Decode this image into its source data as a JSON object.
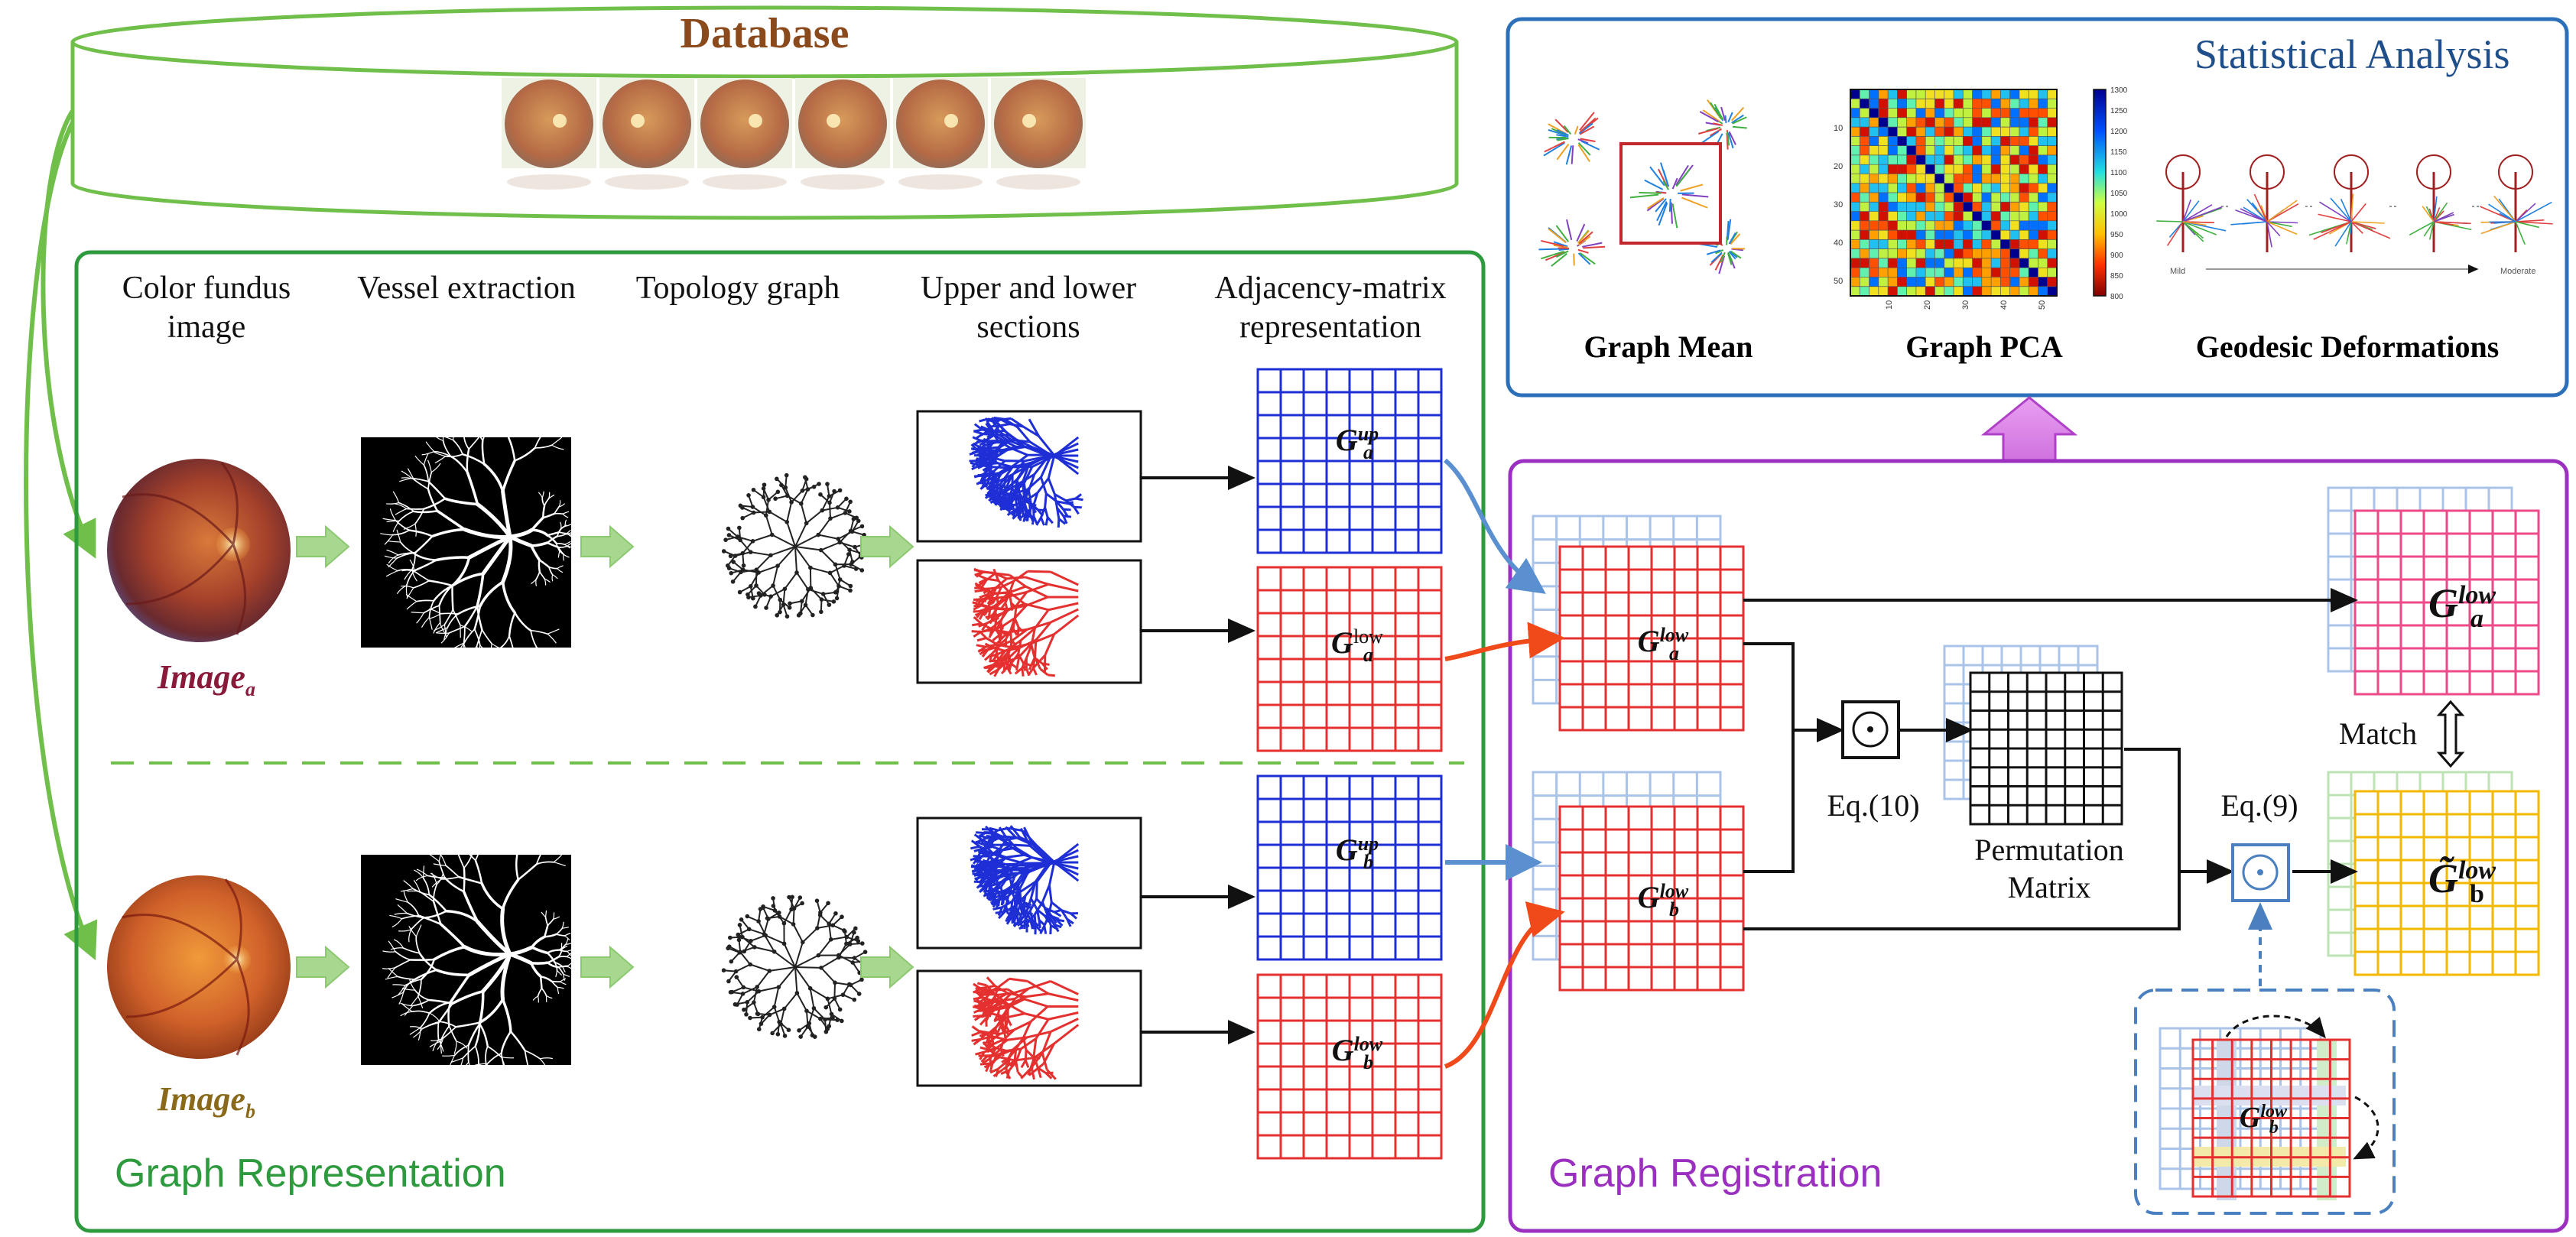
{
  "database": {
    "title": "Database",
    "thumbnail_count": 6
  },
  "stage_labels": [
    "Color fundus\nimage",
    "Vessel extraction",
    "Topology graph",
    "Upper and lower\nsections",
    "Adjacency-matrix\nrepresentation"
  ],
  "image_labels": {
    "a": "Image",
    "a_sub": "a",
    "b": "Image",
    "b_sub": "b"
  },
  "matrices": {
    "ga_up": {
      "base": "G",
      "sup": "up",
      "sub": "a"
    },
    "ga_low": {
      "base": "G",
      "sup": "low",
      "sub": "a"
    },
    "gb_up": {
      "base": "G",
      "sup": "up",
      "sub": "b"
    },
    "gb_low": {
      "base": "G",
      "sup": "low",
      "sub": "b"
    },
    "reg_ga_low": {
      "base": "G",
      "sup": "low",
      "sub": "a"
    },
    "reg_gb_low": {
      "base": "G",
      "sup": "low",
      "sub": "b"
    },
    "out_ga_low": {
      "base": "G",
      "sup": "low",
      "sub": "a"
    },
    "out_gb_low": {
      "base": "G̃",
      "sup": "low",
      "sub": "b"
    },
    "inset_gb_low": {
      "base": "G",
      "sup": "low",
      "sub": "b"
    }
  },
  "panels": {
    "graph_representation": "Graph Representation",
    "graph_registration": "Graph Registration",
    "statistical_analysis": "Statistical Analysis"
  },
  "registration": {
    "eq10": "Eq.(10)",
    "eq9": "Eq.(9)",
    "permutation": "Permutation\nMatrix",
    "match": "Match",
    "op_symbol": "⊙"
  },
  "statistics": {
    "labels": [
      "Graph Mean",
      "Graph PCA",
      "Geodesic Deformations"
    ],
    "pca_yticks": [
      "10",
      "20",
      "30",
      "40",
      "50"
    ],
    "pca_xticks": [
      "10",
      "20",
      "30",
      "40",
      "50"
    ],
    "colorbar_ticks": [
      "1300",
      "1250",
      "1200",
      "1150",
      "1100",
      "1050",
      "1000",
      "950",
      "900",
      "850",
      "800"
    ],
    "geodesic_axis": [
      "Mild",
      "Moderate"
    ]
  },
  "colors": {
    "green": "#2e9a3e",
    "purple": "#9a2fc0",
    "blue_border": "#2b70b8",
    "matrix_blue": "#1f2fd6",
    "matrix_red": "#e53030",
    "matrix_pink": "#ee4a8a",
    "matrix_yellow": "#f5b800",
    "matrix_light_blue": "#a9c4e8",
    "matrix_light_green": "#bde3b4",
    "database_title": "#8b4a1c",
    "image_a": "#8a1a3a",
    "image_b": "#8a6a1a"
  }
}
